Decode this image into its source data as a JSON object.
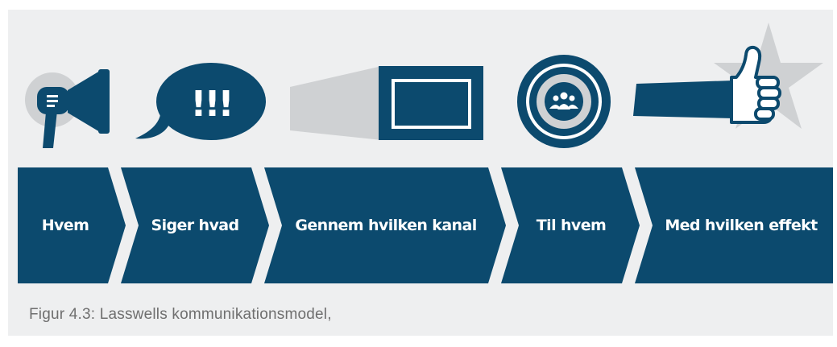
{
  "colors": {
    "primary": "#0c4a6e",
    "light_gray": "#cfd1d3",
    "background": "#eeeff0",
    "caption": "#6f6f6f"
  },
  "icons": {
    "who": "megaphone-icon",
    "what": "speech-bubble-icon",
    "channel": "screen-projector-icon",
    "whom": "target-audience-icon",
    "effect": "thumbs-up-star-icon"
  },
  "speech_bubble_text": "!!!",
  "steps": [
    {
      "label": "Hvem"
    },
    {
      "label": "Siger hvad"
    },
    {
      "label": "Gennem hvilken kanal"
    },
    {
      "label": "Til hvem"
    },
    {
      "label": "Med hvilken effekt"
    }
  ],
  "caption": "Figur 4.3: Lasswells kommunikationsmodel,"
}
